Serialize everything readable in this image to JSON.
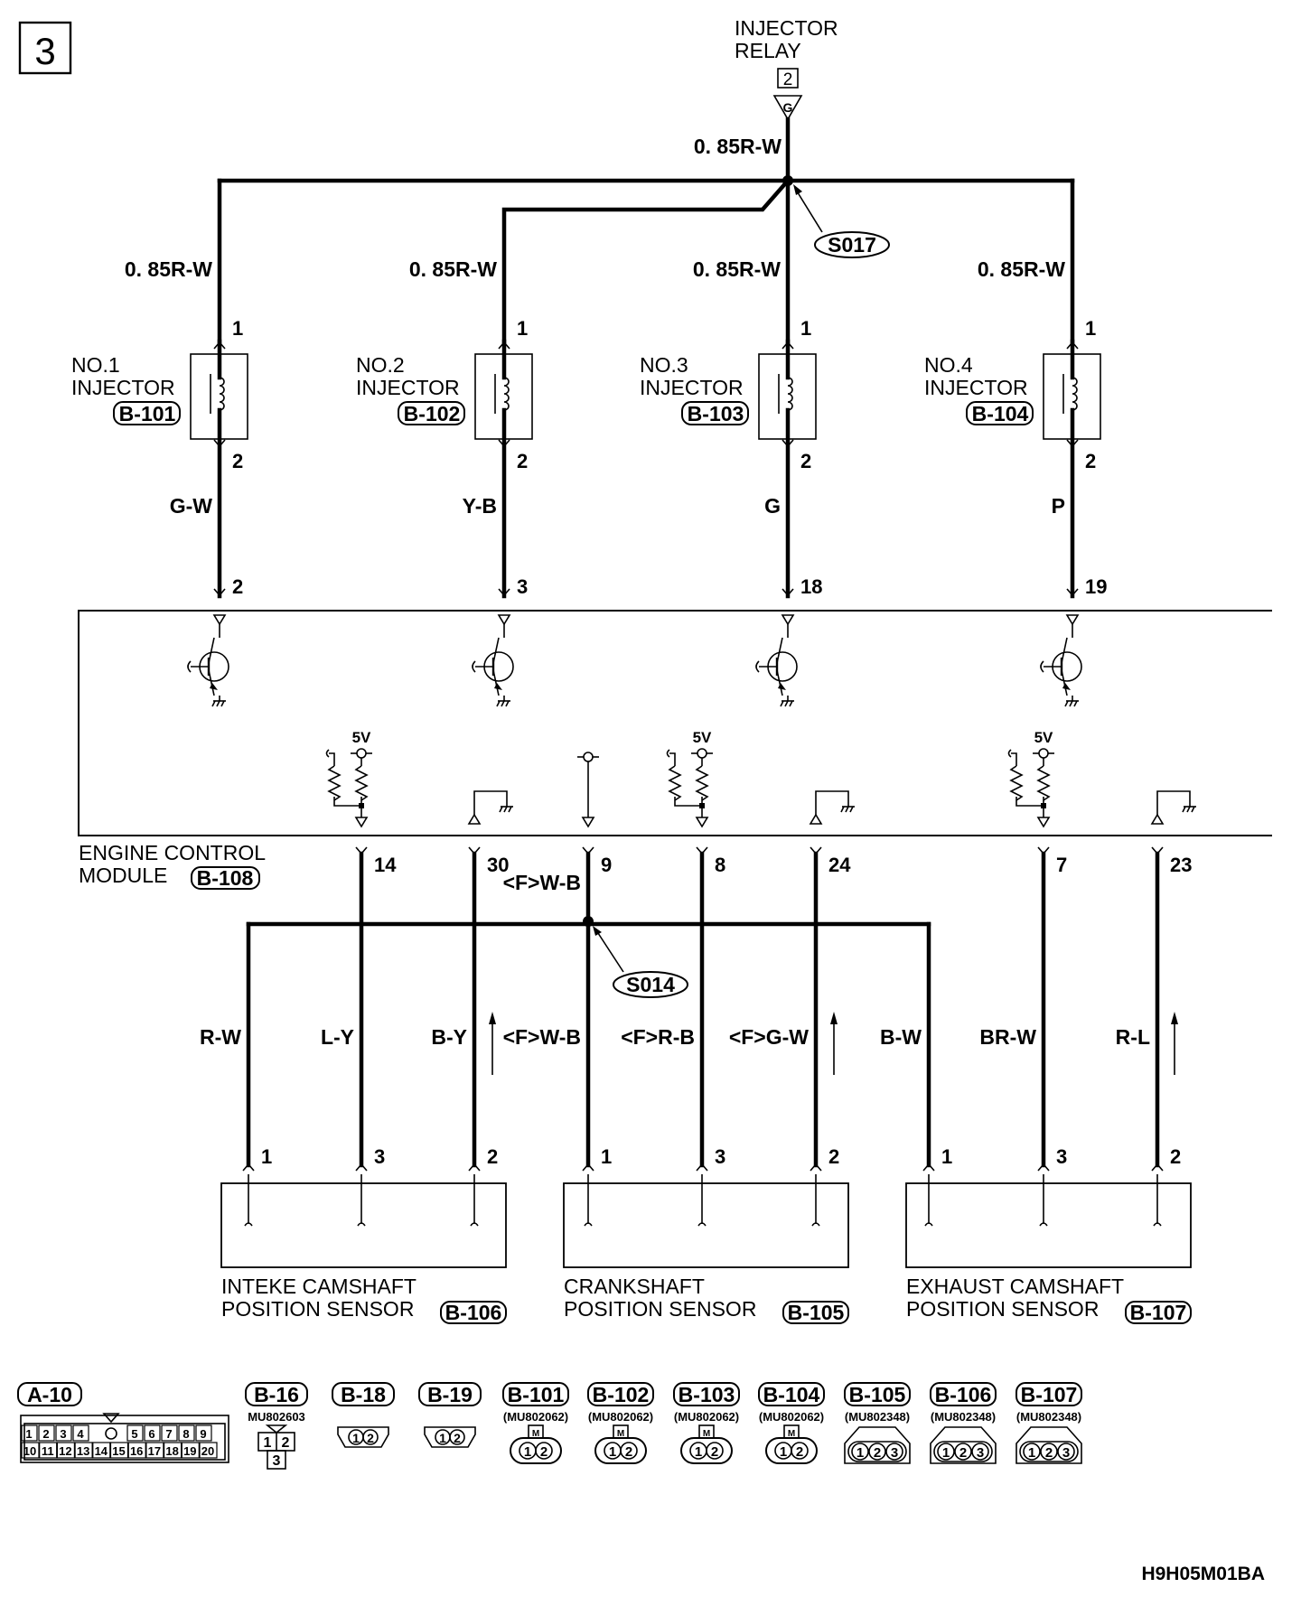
{
  "page_number": "3",
  "injector_relay": {
    "title_line1": "INJECTOR",
    "title_line2": "RELAY",
    "pin": "2",
    "connector": "G",
    "wire": "0. 85R-W",
    "splice": "S017"
  },
  "injectors": [
    {
      "name_line1": "NO.1",
      "name_line2": "INJECTOR",
      "connector": "B-101",
      "in_wire": "0. 85R-W",
      "in_pin": "1",
      "out_pin": "2",
      "out_wire": "G-W",
      "ecm_pin": "2"
    },
    {
      "name_line1": "NO.2",
      "name_line2": "INJECTOR",
      "connector": "B-102",
      "in_wire": "0. 85R-W",
      "in_pin": "1",
      "out_pin": "2",
      "out_wire": "Y-B",
      "ecm_pin": "3"
    },
    {
      "name_line1": "NO.3",
      "name_line2": "INJECTOR",
      "connector": "B-103",
      "in_wire": "0. 85R-W",
      "in_pin": "1",
      "out_pin": "2",
      "out_wire": "G",
      "ecm_pin": "18"
    },
    {
      "name_line1": "NO.4",
      "name_line2": "INJECTOR",
      "connector": "B-104",
      "in_wire": "0. 85R-W",
      "in_pin": "1",
      "out_pin": "2",
      "out_wire": "P",
      "ecm_pin": "19"
    }
  ],
  "ecm": {
    "name_line1": "ENGINE CONTROL",
    "name_line2": "MODULE",
    "connector": "B-108",
    "supply": "5V"
  },
  "ecm_pins": [
    "14",
    "30",
    "9",
    "8",
    "24",
    "7",
    "23"
  ],
  "ground_wire_ecm": "<F>W-B",
  "splice_ground": "S014",
  "sensor_wires": [
    "R-W",
    "L-Y",
    "B-Y",
    "<F>W-B",
    "<F>R-B",
    "<F>G-W",
    "B-W",
    "BR-W",
    "R-L"
  ],
  "sensor_pins": [
    "1",
    "3",
    "2",
    "1",
    "3",
    "2",
    "1",
    "3",
    "2"
  ],
  "sensors": [
    {
      "line1": "INTEKE CAMSHAFT",
      "line2": "POSITION SENSOR",
      "connector": "B-106"
    },
    {
      "line1": "CRANKSHAFT",
      "line2": "POSITION SENSOR",
      "connector": "B-105"
    },
    {
      "line1": "EXHAUST CAMSHAFT",
      "line2": "POSITION SENSOR",
      "connector": "B-107"
    }
  ],
  "connectors": {
    "a10": {
      "label": "A-10",
      "row1": [
        "1",
        "2",
        "3",
        "4",
        "5",
        "6",
        "7",
        "8",
        "9"
      ],
      "row2": [
        "10",
        "11",
        "12",
        "13",
        "14",
        "15",
        "16",
        "17",
        "18",
        "19",
        "20"
      ]
    },
    "b16": {
      "label": "B-16",
      "part": "MU802603",
      "pins": [
        "1",
        "2",
        "3"
      ]
    },
    "two_pin": [
      {
        "label": "B-18"
      },
      {
        "label": "B-19"
      }
    ],
    "injector_type": [
      {
        "label": "B-101",
        "part": "(MU802062)"
      },
      {
        "label": "B-102",
        "part": "(MU802062)"
      },
      {
        "label": "B-103",
        "part": "(MU802062)"
      },
      {
        "label": "B-104",
        "part": "(MU802062)"
      }
    ],
    "sensor_type": [
      {
        "label": "B-105",
        "part": "(MU802348)"
      },
      {
        "label": "B-106",
        "part": "(MU802348)"
      },
      {
        "label": "B-107",
        "part": "(MU802348)"
      }
    ],
    "pin_glyphs": {
      "one": "1",
      "two": "2",
      "three": "3",
      "marker": "M"
    }
  },
  "figure_code": "H9H05M01BA"
}
